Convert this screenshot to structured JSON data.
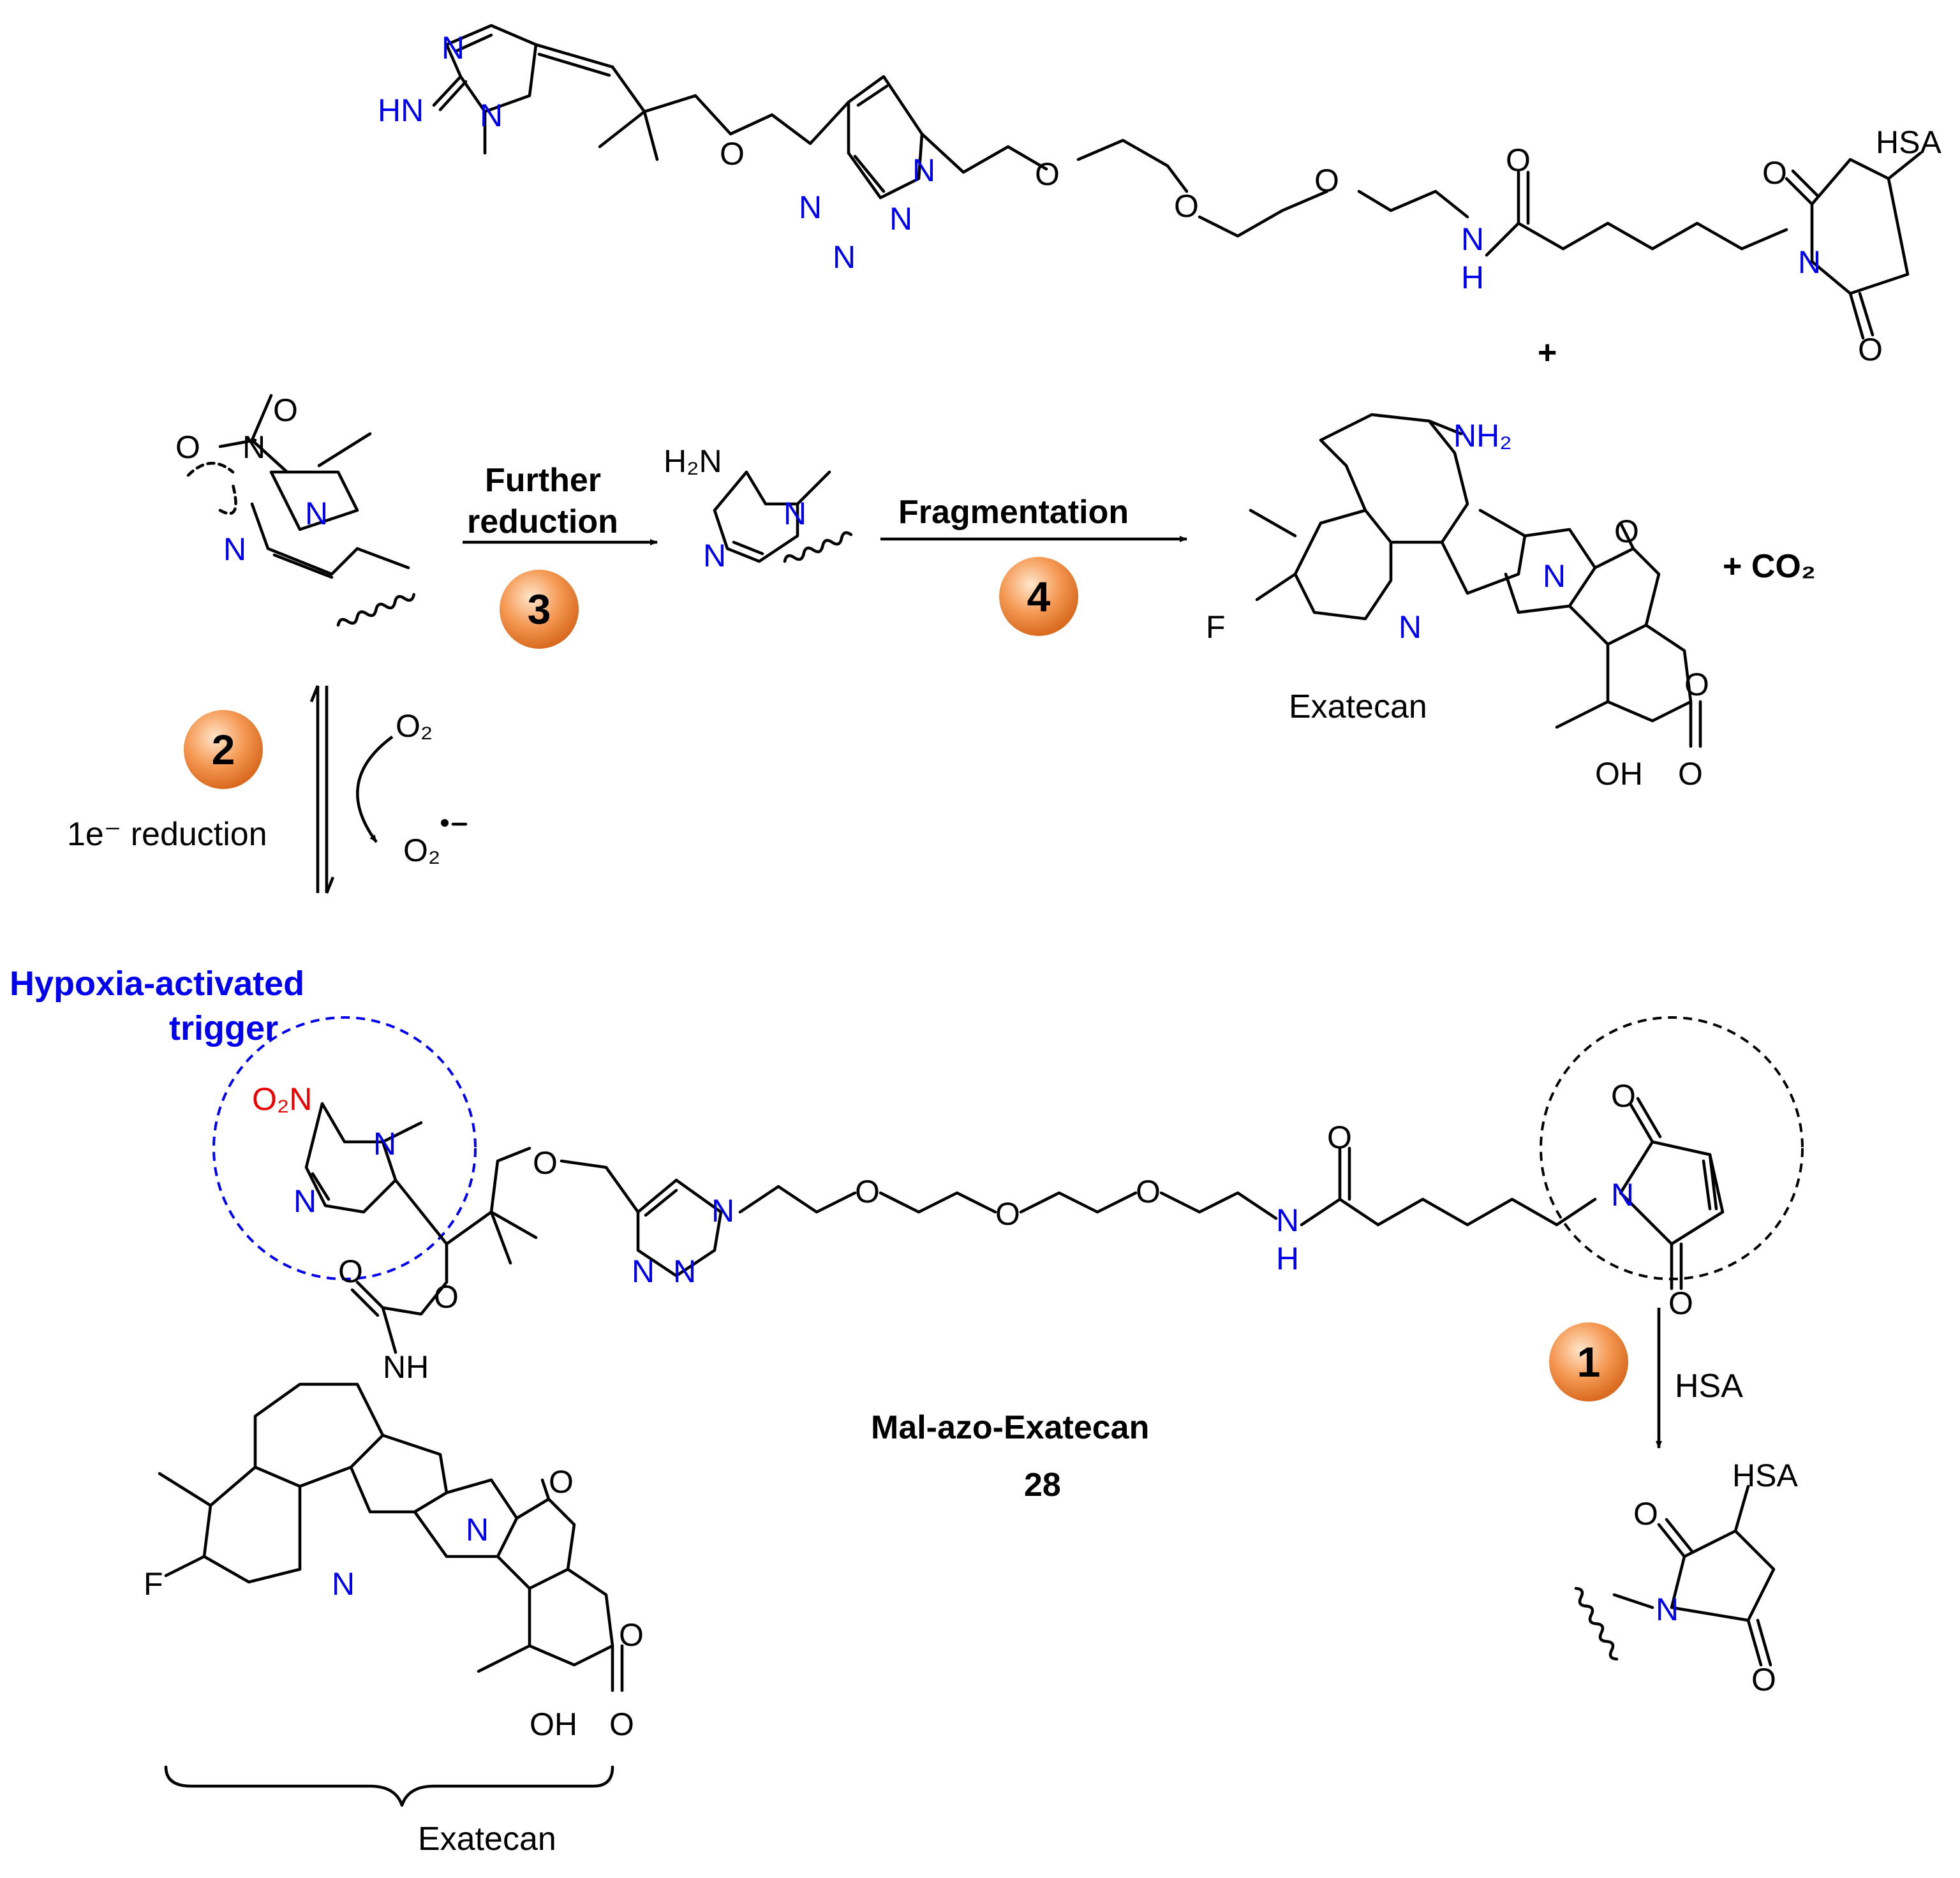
{
  "colors": {
    "nitrogen": "#0000ee",
    "nitro": "#ee0000",
    "step_ball": "#f08040",
    "hypoxia_label": "#0000ee"
  },
  "atoms": {
    "N": "N",
    "O": "O",
    "HN": "HN",
    "H": "H",
    "F": "F",
    "NH": "NH",
    "OH": "OH",
    "HSA": "HSA",
    "H2N": "H₂N",
    "NH2": "NH₂",
    "O2N": "O₂N",
    "O2": "O₂",
    "O2rad": "O₂"
  },
  "steps": {
    "s1": {
      "number": "1",
      "label": "HSA"
    },
    "s2": {
      "number": "2",
      "label": "1e⁻ reduction"
    },
    "s3": {
      "number": "3",
      "label_line1": "Further",
      "label_line2": "reduction"
    },
    "s4": {
      "number": "4",
      "label": "Fragmentation"
    }
  },
  "labels": {
    "plus": "+",
    "co2": "+ CO₂",
    "exatecan_product": "Exatecan",
    "exatecan_brace": "Exatecan",
    "trigger_line1": "Hypoxia-activated",
    "trigger_line2": "trigger",
    "compound_name": "Mal-azo-Exatecan",
    "compound_number": "28"
  }
}
